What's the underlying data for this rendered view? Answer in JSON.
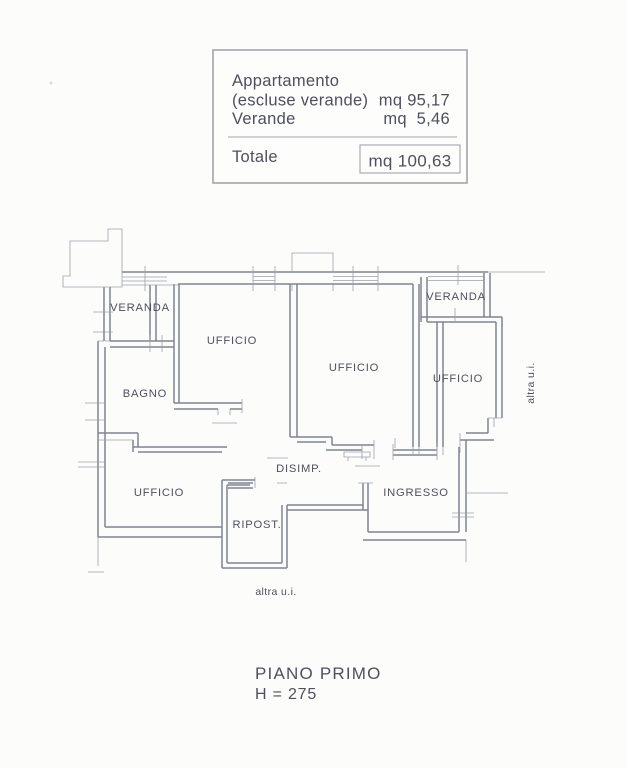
{
  "summary": {
    "apartment_label": "Appartamento",
    "apartment_sublabel": "(escluse verande)",
    "apartment_value": "mq 95,17",
    "verande_label": "Verande",
    "verande_value": "mq  5,46",
    "total_label": "Totale",
    "total_value": "mq 100,63"
  },
  "plan": {
    "rooms": {
      "veranda_left": "VERANDA",
      "ufficio_top_left": "UFFICIO",
      "ufficio_center": "UFFICIO",
      "veranda_right": "VERANDA",
      "ufficio_right": "UFFICIO",
      "bagno": "BAGNO",
      "disimpegno": "DISIMP.",
      "ufficio_bottom_left": "UFFICIO",
      "ripostiglio": "RIPOST.",
      "ingresso": "INGRESSO"
    },
    "adjacent_unit_right": "altra u.i.",
    "adjacent_unit_bottom": "altra u.i."
  },
  "footer": {
    "floor_label": "PIANO PRIMO",
    "ceiling_height": "H = 275"
  },
  "colors": {
    "ink": "#4d505e",
    "wall_line": "#7e8393",
    "thin_line": "#9aa0ad",
    "paper": "#fcfcfa"
  }
}
